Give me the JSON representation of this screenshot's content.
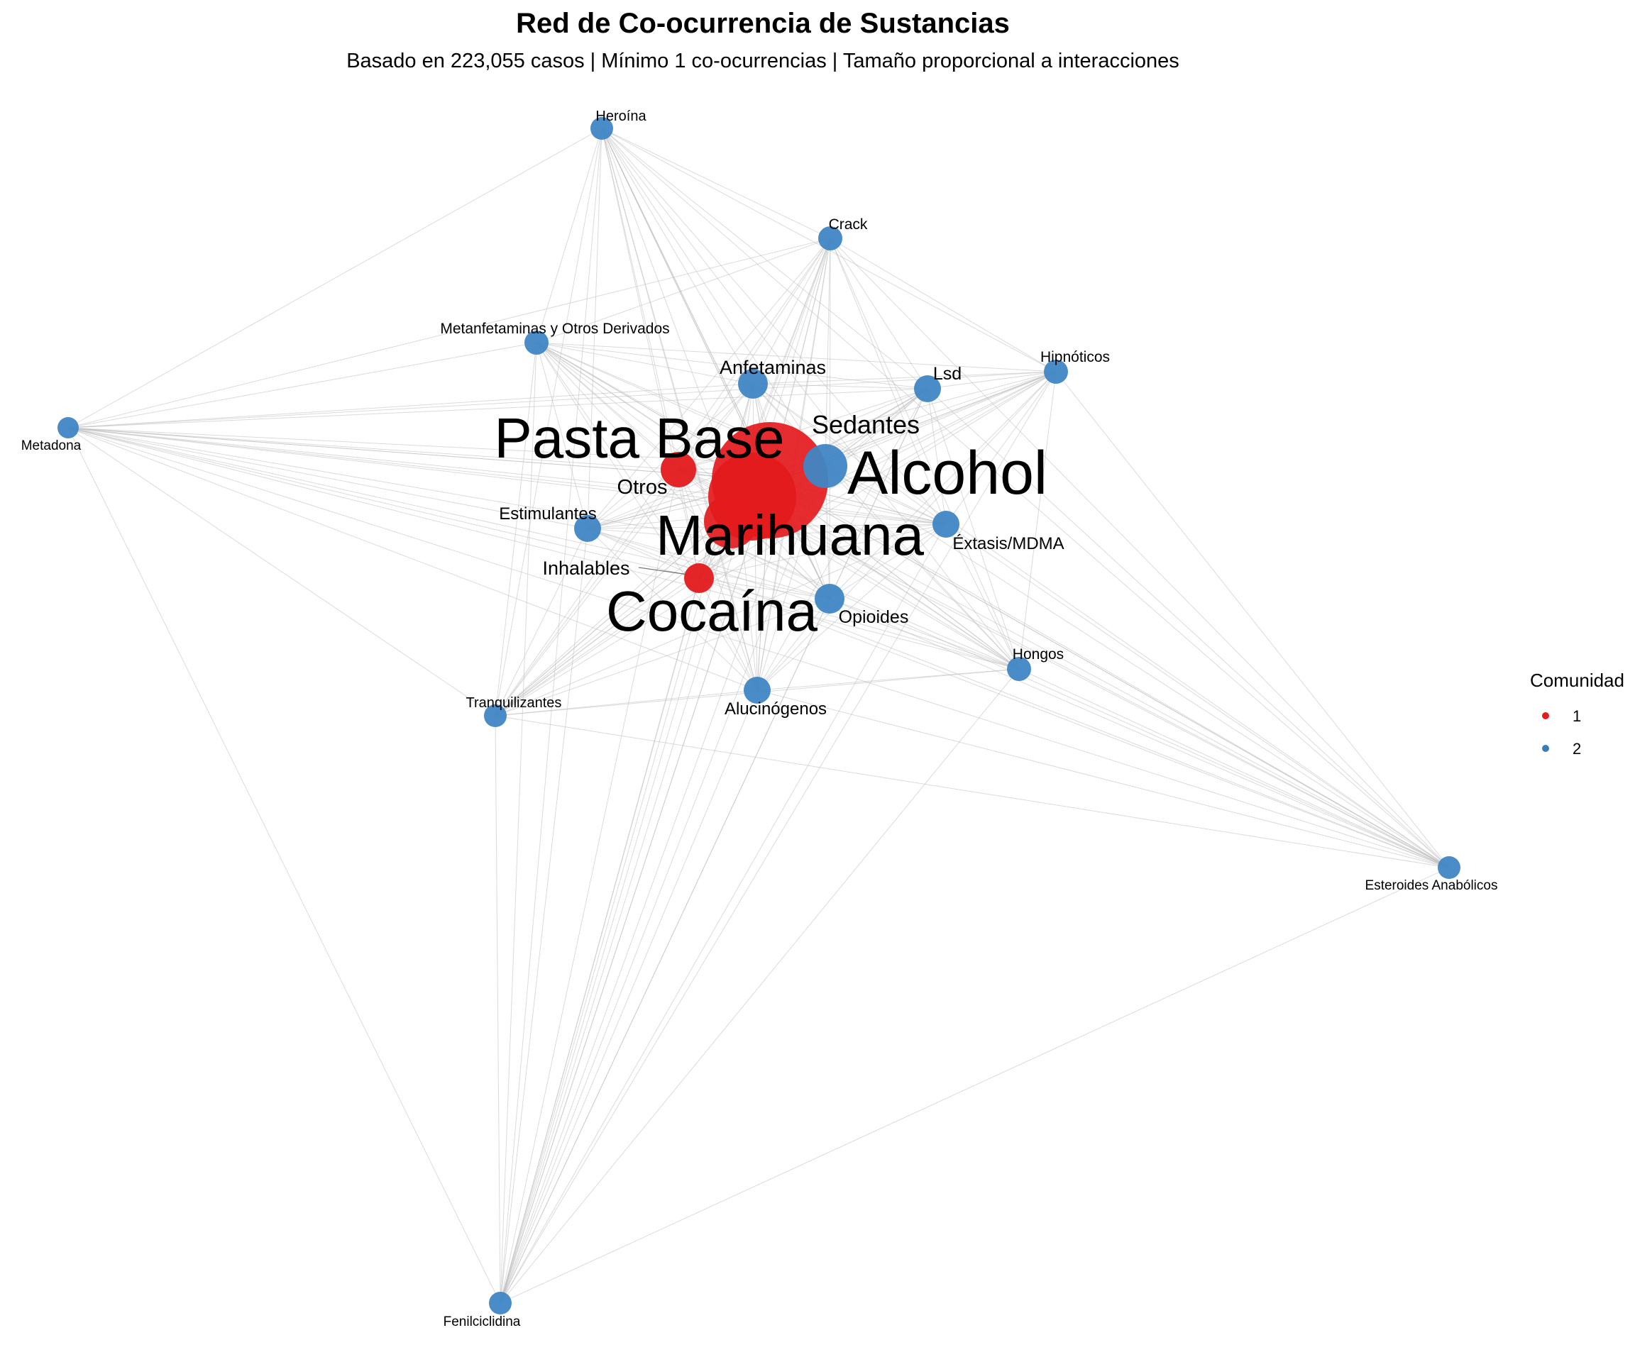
{
  "title": "Red de Co-ocurrencia de Sustancias",
  "subtitle": "Basado en 223,055 casos | Mínimo 1 co-ocurrencias | Tamaño proporcional a interacciones",
  "legend": {
    "title": "Comunidad",
    "items": [
      {
        "label": "1",
        "color": "#e41a1c"
      },
      {
        "label": "2",
        "color": "#377eb8"
      }
    ]
  },
  "colors": {
    "community_1": "#e41a1c",
    "community_2": "#3f86c4",
    "edge": "#bdbdbd"
  },
  "nodes": [
    {
      "id": "heroina",
      "label": "Heroína",
      "community": 2
    },
    {
      "id": "crack",
      "label": "Crack",
      "community": 2
    },
    {
      "id": "metanfetaminas",
      "label": "Metanfetaminas y Otros Derivados",
      "community": 2
    },
    {
      "id": "hipnoticos",
      "label": "Hipnóticos",
      "community": 2
    },
    {
      "id": "anfetaminas",
      "label": "Anfetaminas",
      "community": 2
    },
    {
      "id": "lsd",
      "label": "Lsd",
      "community": 2
    },
    {
      "id": "metadona",
      "label": "Metadona",
      "community": 2
    },
    {
      "id": "sedantes",
      "label": "Sedantes",
      "community": 2
    },
    {
      "id": "pastabase",
      "label": "Pasta Base",
      "community": 1
    },
    {
      "id": "alcohol",
      "label": "Alcohol",
      "community": 1
    },
    {
      "id": "otros",
      "label": "Otros",
      "community": 2
    },
    {
      "id": "estimulantes",
      "label": "Estimulantes",
      "community": 2
    },
    {
      "id": "marihuana",
      "label": "Marihuana",
      "community": 1
    },
    {
      "id": "extasis",
      "label": "Éxtasis/MDMA",
      "community": 2
    },
    {
      "id": "inhalables",
      "label": "Inhalables",
      "community": 1
    },
    {
      "id": "cocaina",
      "label": "Cocaína",
      "community": 1
    },
    {
      "id": "opioides",
      "label": "Opioides",
      "community": 2
    },
    {
      "id": "hongos",
      "label": "Hongos",
      "community": 2
    },
    {
      "id": "tranquilizantes",
      "label": "Tranquilizantes",
      "community": 2
    },
    {
      "id": "alucinogenos",
      "label": "Alucinógenos",
      "community": 2
    },
    {
      "id": "esteroides",
      "label": "Esteroides Anabólicos",
      "community": 2
    },
    {
      "id": "fenilciclidina",
      "label": "Fenilciclidina",
      "community": 2
    }
  ]
}
